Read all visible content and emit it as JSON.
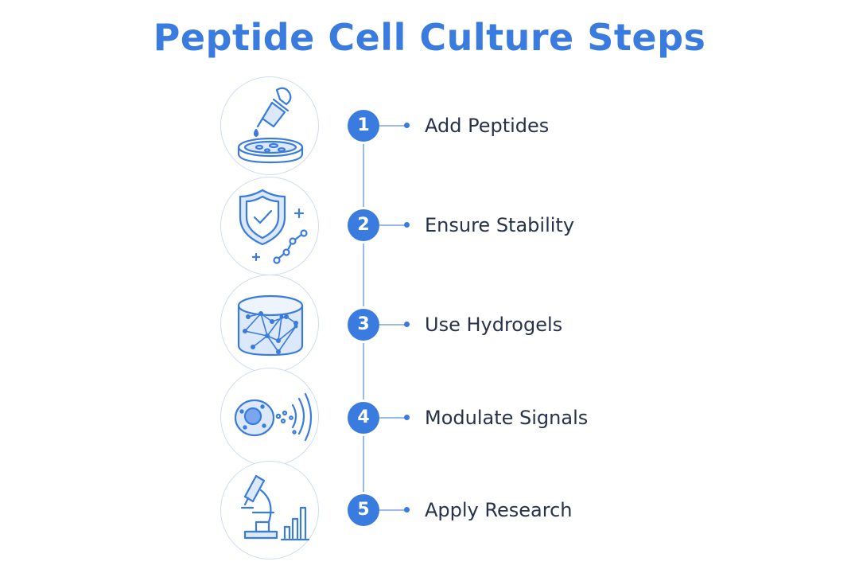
{
  "title": "Peptide Cell Culture Steps",
  "accent_color": "#3a7be0",
  "line_color": "#9bb9ea",
  "steps": [
    {
      "number": "1",
      "label": "Add Peptides",
      "icon": "dropper-petri-dish-icon"
    },
    {
      "number": "2",
      "label": "Ensure Stability",
      "icon": "shield-check-icon"
    },
    {
      "number": "3",
      "label": "Use Hydrogels",
      "icon": "hydrogel-network-icon"
    },
    {
      "number": "4",
      "label": "Modulate Signals",
      "icon": "cell-signal-icon"
    },
    {
      "number": "5",
      "label": "Apply Research",
      "icon": "microscope-chart-icon"
    }
  ]
}
